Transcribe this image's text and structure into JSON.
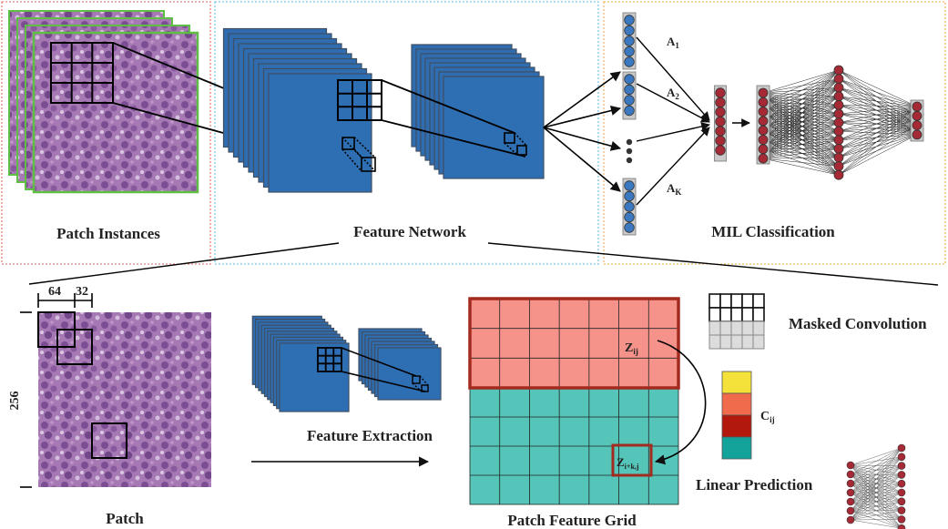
{
  "sections": {
    "patch_instances": "Patch Instances",
    "feature_network": "Feature Network",
    "mil_classification": "MIL Classification"
  },
  "attention": {
    "a1": "A",
    "a1_sub": "1",
    "a2": "A",
    "a2_sub": "2",
    "ak": "A",
    "ak_sub": "K"
  },
  "bottom": {
    "patch_label": "Patch",
    "size_64": "64",
    "size_32": "32",
    "size_256": "256",
    "feature_extraction": "Feature Extraction",
    "patch_feature_grid": "Patch Feature Grid",
    "masked_convolution": "Masked Convolution",
    "linear_prediction": "Linear Prediction",
    "z_ij": "Z",
    "z_ij_sub": "ij",
    "z_ikj": "Z",
    "z_ikj_sub": "i+k,j",
    "c_ij": "C",
    "c_ij_sub": "ij"
  },
  "colors": {
    "feature_blue": "#2e6fb3",
    "feature_dark": "#3f4f63",
    "node_red": "#a52a35",
    "node_blue": "#3a78c2",
    "grid_pink": "#f5928a",
    "grid_teal": "#56c5b9",
    "grid_border_red": "#a32a1e",
    "histology": "#9b6aa8",
    "patch_green": "#5fbf45",
    "box_red_dotted": "#e8837a",
    "box_blue_dotted": "#7fc6e8",
    "box_orange_dotted": "#f2b86b",
    "ctx_yellow": "#f4e23b",
    "ctx_orange": "#f06a4c",
    "ctx_darkred": "#b3180c",
    "ctx_teal": "#14a39a"
  }
}
